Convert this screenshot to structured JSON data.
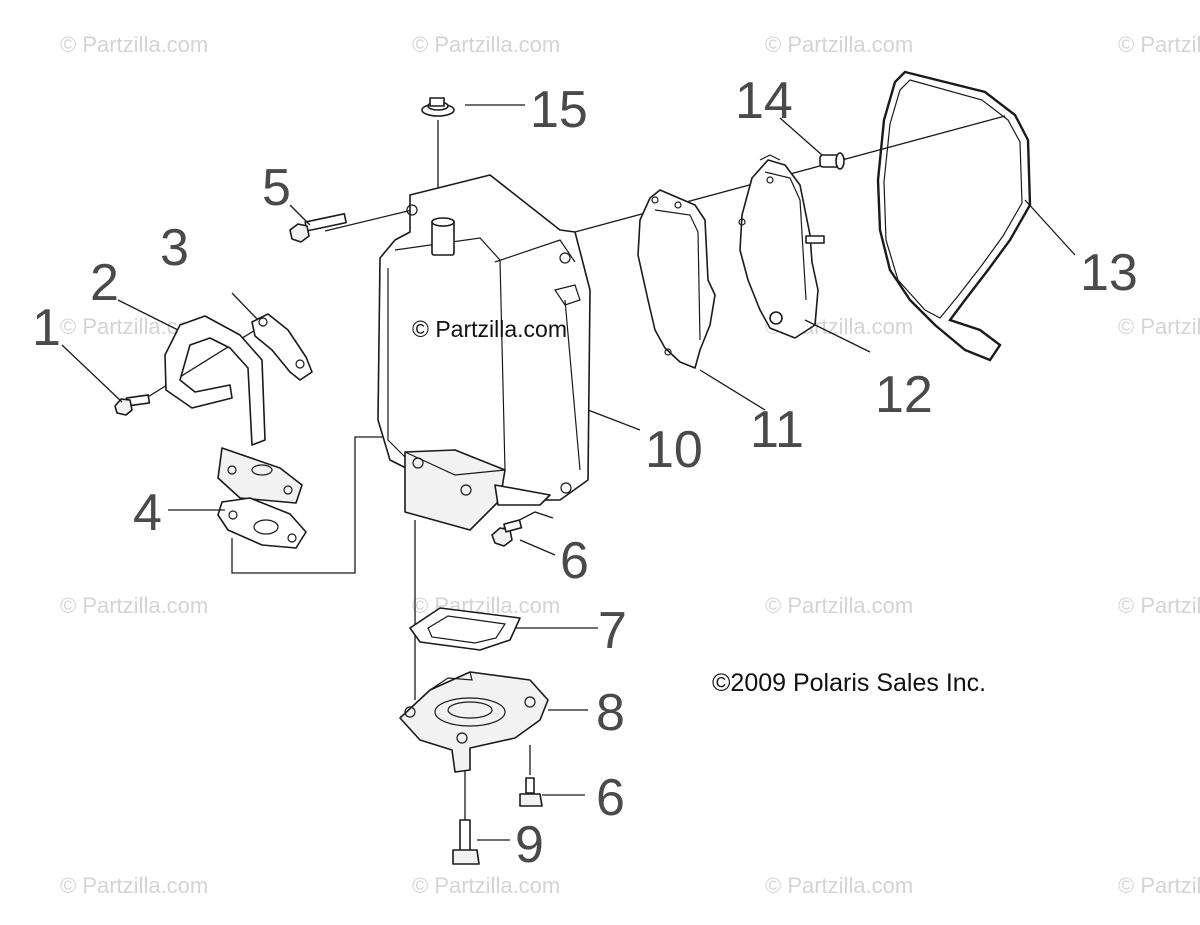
{
  "watermark_text": "© Partzilla.com",
  "center_mark": "© Partzilla.com",
  "copyright": "©2009 Polaris Sales Inc.",
  "callouts": {
    "c1": "1",
    "c2": "2",
    "c3": "3",
    "c4": "4",
    "c5": "5",
    "c6a": "6",
    "c6b": "6",
    "c7": "7",
    "c8": "8",
    "c9": "9",
    "c10": "10",
    "c11": "11",
    "c12": "12",
    "c13": "13",
    "c14": "14",
    "c15": "15"
  }
}
